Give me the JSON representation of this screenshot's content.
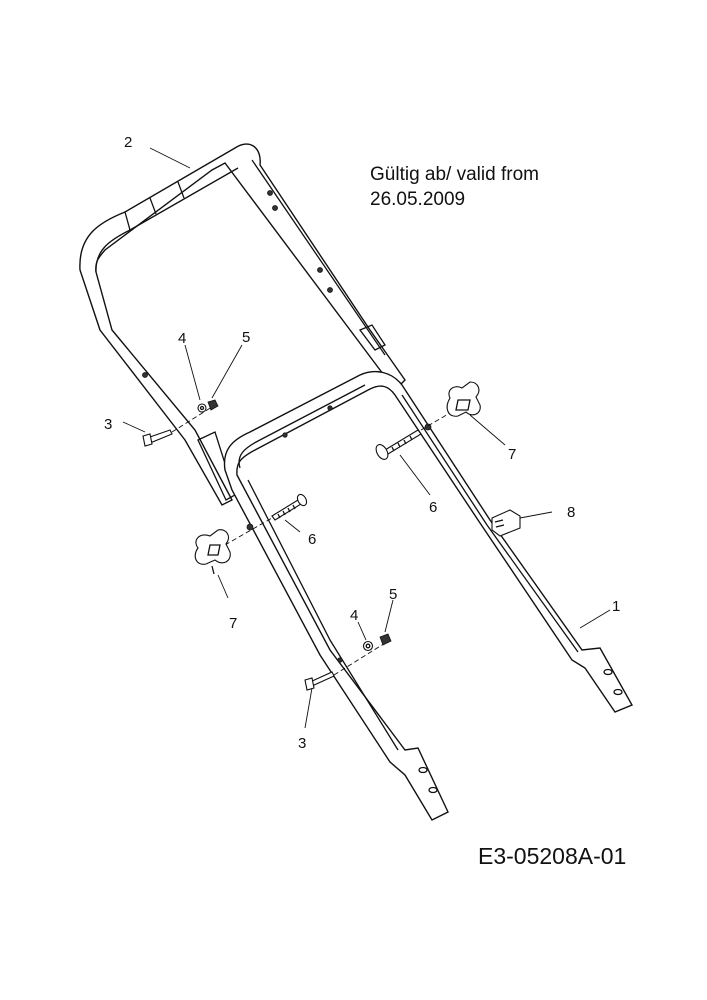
{
  "validity": {
    "line1": "Gültig ab/ valid from",
    "line2": "26.05.2009"
  },
  "drawing_code": "E3-05208A-01",
  "callouts": [
    {
      "id": "c1",
      "label": "1"
    },
    {
      "id": "c2",
      "label": "2"
    },
    {
      "id": "c3a",
      "label": "3"
    },
    {
      "id": "c3b",
      "label": "3"
    },
    {
      "id": "c4a",
      "label": "4"
    },
    {
      "id": "c4b",
      "label": "4"
    },
    {
      "id": "c5a",
      "label": "5"
    },
    {
      "id": "c5b",
      "label": "5"
    },
    {
      "id": "c6a",
      "label": "6"
    },
    {
      "id": "c6b",
      "label": "6"
    },
    {
      "id": "c7a",
      "label": "7"
    },
    {
      "id": "c7b",
      "label": "7"
    },
    {
      "id": "c8",
      "label": "8"
    }
  ]
}
